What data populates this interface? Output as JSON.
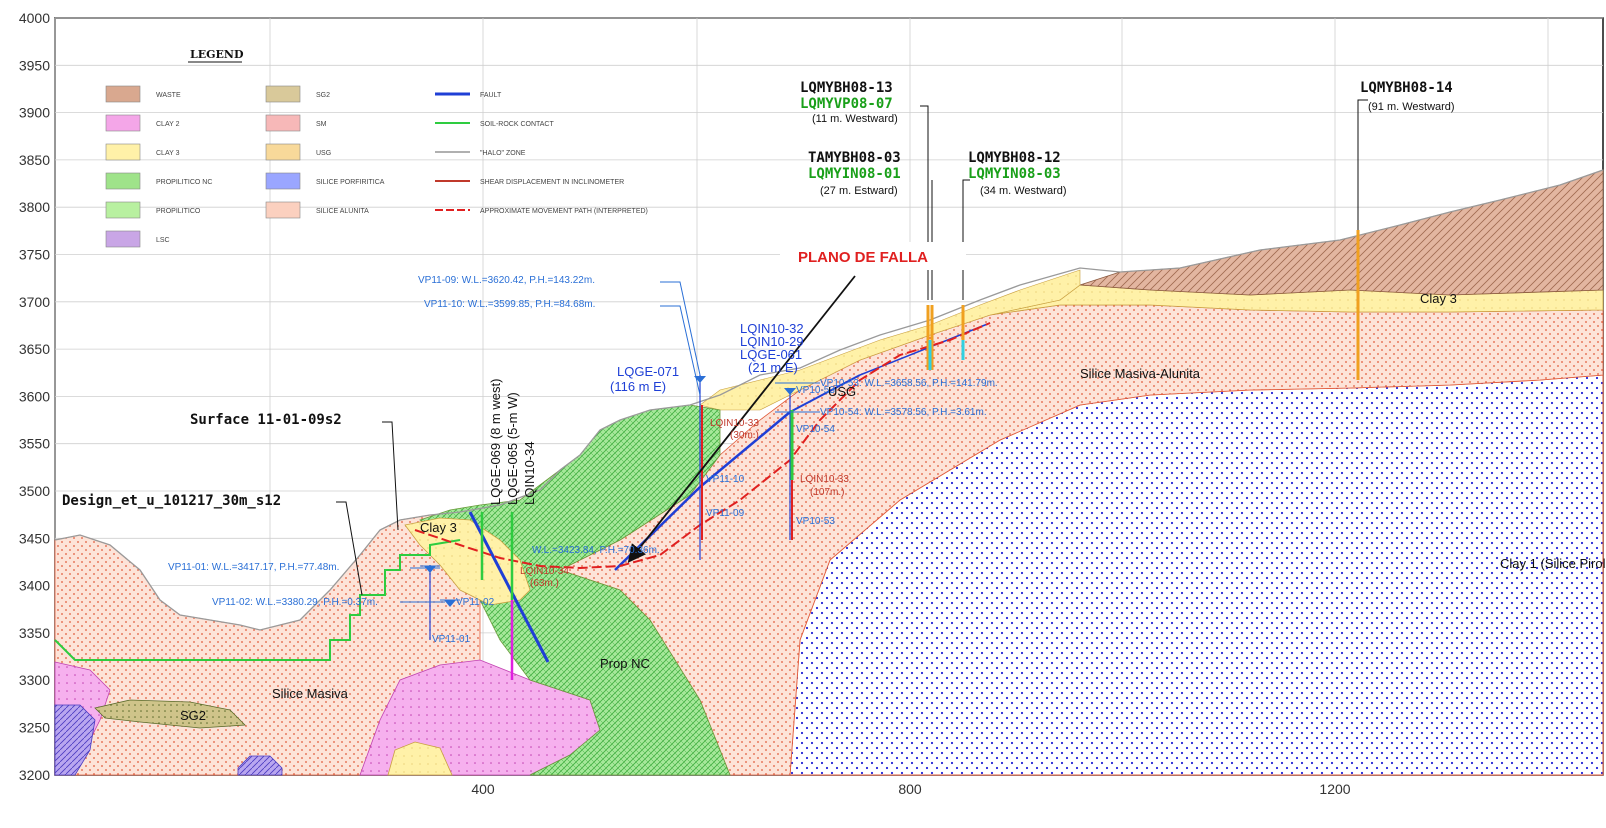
{
  "axes": {
    "y_ticks": [
      "4000",
      "3950",
      "3900",
      "3850",
      "3800",
      "3750",
      "3700",
      "3650",
      "3600",
      "3550",
      "3500",
      "3450",
      "3400",
      "3350",
      "3300",
      "3250",
      "3200"
    ],
    "x_ticks": [
      "400",
      "800",
      "1200"
    ]
  },
  "legend": {
    "title": "LEGEND",
    "items": [
      {
        "label": "WASTE",
        "color": "#d9a88f"
      },
      {
        "label": "CLAY 2",
        "color": "#f4a6e8"
      },
      {
        "label": "CLAY 3",
        "color": "#fff1a8"
      },
      {
        "label": "PROPILITICO NC",
        "color": "#9fe38a"
      },
      {
        "label": "PROPILITICO",
        "color": "#b8f0a0"
      },
      {
        "label": "LSC",
        "color": "#c9a6e6"
      },
      {
        "label": "SG2",
        "color": "#d9c99a"
      },
      {
        "label": "SM",
        "color": "#f7b8b8"
      },
      {
        "label": "USG",
        "color": "#f8d99a"
      },
      {
        "label": "SILICE PORFIRITICA",
        "color": "#9aa6ff"
      },
      {
        "label": "SILICE ALUNITA",
        "color": "#fbd0bf"
      }
    ],
    "lines": [
      {
        "label": "FAULT",
        "color": "#1f3fd6"
      },
      {
        "label": "SOIL-ROCK CONTACT",
        "color": "#2ecc40"
      },
      {
        "label": "\"HALO\" ZONE",
        "color": "#b0b0b0"
      },
      {
        "label": "SHEAR DISPLACEMENT IN INCLINOMETER",
        "color": "#c0392b"
      },
      {
        "label": "APPROXIMATE MOVEMENT PATH (INTERPRETED)",
        "color": "#e02020"
      }
    ]
  },
  "boreholes": {
    "bh13": {
      "name": "LQMYBH08-13",
      "alt": "LQMYVP08-07",
      "note": "(11 m. Westward)"
    },
    "bh03": {
      "name": "TAMYBH08-03",
      "alt": "LQMYIN08-01",
      "note": "(27 m. Estward)"
    },
    "bh12": {
      "name": "LQMYBH08-12",
      "alt": "LQMYIN08-03",
      "note": "(34 m. Westward)"
    },
    "bh14": {
      "name": "LQMYBH08-14",
      "note": "(91 m. Westward)"
    }
  },
  "labels": {
    "falla": "PLANO DE FALLA",
    "clay3_right": "Clay 3",
    "silice_alunita": "Silice Masiva-Alunita",
    "usg": "USG",
    "clay3_left": "Clay 3",
    "silice_masiva": "Silice Masiva",
    "prop_nc": "Prop NC",
    "sg2": "SG2",
    "clay1": "Clay 1 (Silice Pirol",
    "surface": "Surface 11-01-09s2",
    "design": "Design_et_u_101217_30m_s12",
    "lqge069": "LQGE-069 (8 m west)",
    "lqge065": "LQGE-065 (5-m W)",
    "lqin1034": "LQIN10-34",
    "lqge071": "LQGE-071",
    "lqge071_note": "(116 m E)",
    "lqin1032": "LQIN10-32",
    "lqin1029": "LQIN10-29",
    "lqge061": "LQGE-061",
    "lqge061_note": "(21 m E)",
    "vp1109": "VP11-09:  W.L.=3620.42,  P.H.=143.22m.",
    "vp1110": "VP11-10:  W.L.=3599.85,  P.H.=84.68m.",
    "vp1053": "VP10-53:  W.L.=3658.56,  P.H.=141.79m.",
    "vp1054": "VP10-54:  W.L.=3578.56,  P.H.=3.61m.",
    "vp1101": "VP11-01:  W.L.=3417.17,  P.H.=77.48m.",
    "vp1102": "VP11-02:  W.L.=3380.29,  P.H.=0.37m.",
    "vp_mid": "W.L.=3423.84,  P.H.=70.36m.",
    "lqin1033a": "LQIN10-33",
    "lqin1033a_note": "(30m.)",
    "lqin1033b": "LQIN10-33",
    "lqin1033b_note": "(107m.)",
    "lqin1034b": "LQIN10-34",
    "lqin1034b_note": "(63m.)",
    "vp1054_tag": "VP10-54",
    "vp1110_tag": "VP11-10",
    "vp1109_tag": "VP11-09",
    "vp1053_tag": "VP10-53",
    "vp1102_tag": "VP11-02",
    "vp1101_tag": "VP11-01"
  }
}
